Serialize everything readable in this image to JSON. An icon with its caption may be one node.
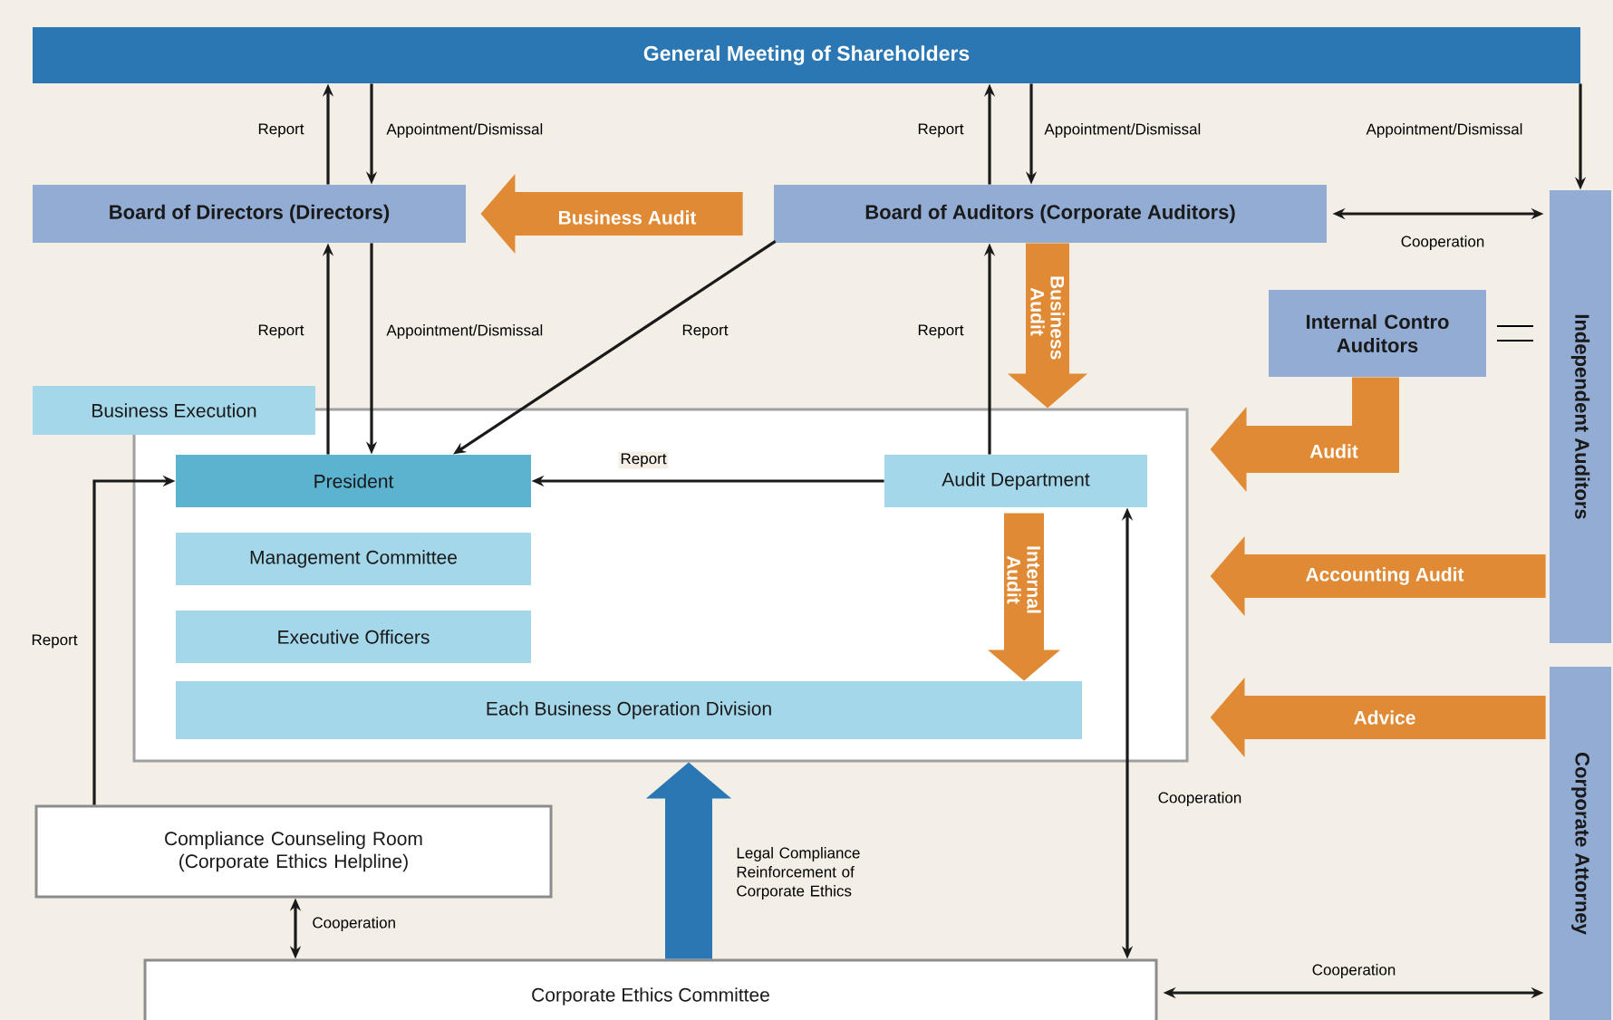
{
  "diagram": {
    "nodes": [
      {
        "text": [
          "General Meeting of Shareholders"
        ]
      },
      {
        "text": [
          "Board of Directors (Directors)"
        ]
      },
      {
        "text": [
          "Board of Auditors (Corporate Auditors)"
        ]
      },
      {
        "text": [
          "Independent Auditors"
        ]
      },
      {
        "text": [
          "Corporate Attorney"
        ]
      },
      {
        "text": [
          "Internal Contro Auditors"
        ]
      },
      {
        "text": [
          "Business Execution"
        ]
      },
      {
        "text": [],
        "shape": "box"
      },
      {
        "text": [
          "President"
        ],
        "in": 7
      },
      {
        "text": [
          "Audit Department"
        ],
        "in": 7
      },
      {
        "text": [
          "Management Committee"
        ],
        "in": 7
      },
      {
        "text": [
          "Executive Officers"
        ],
        "in": 7
      },
      {
        "text": [
          "Each Business Operation Division"
        ],
        "in": 7
      },
      {
        "text": [
          "Compliance Counseling Room (Corporate Ethics Helpline)"
        ]
      },
      {
        "text": [
          "Corporate Ethics Committee"
        ]
      }
    ],
    "edges": [
      {
        "from": 1,
        "to": 0,
        "arrow": "to",
        "label": "Report"
      },
      {
        "from": 0,
        "to": 1,
        "arrow": "to",
        "label": "Appointment/Dismissal"
      },
      {
        "from": 2,
        "to": 0,
        "arrow": "to",
        "label": "Report"
      },
      {
        "from": 0,
        "to": 2,
        "arrow": "to",
        "label": "Appointment/Dismissal"
      },
      {
        "from": 0,
        "to": 3,
        "arrow": "to",
        "label": "Appointment/Dismissal"
      },
      {
        "from": 2,
        "to": 3,
        "arrow": "both",
        "label": "Cooperation"
      },
      {
        "from": 2,
        "to": 1,
        "arrow": "to",
        "label": "Business Audit",
        "style": "thick",
        "color": "#e08a35"
      },
      {
        "from": 8,
        "to": 1,
        "arrow": "to",
        "label": "Report"
      },
      {
        "from": 1,
        "to": 8,
        "arrow": "to",
        "label": "Appointment/Dismissal"
      },
      {
        "from": 2,
        "to": 8,
        "arrow": "to",
        "label": "Report"
      },
      {
        "from": 9,
        "to": 2,
        "arrow": "to",
        "label": "Report"
      },
      {
        "from": 2,
        "to": 7,
        "arrow": "to",
        "label": "Business Audit",
        "style": "thick",
        "color": "#e08a35"
      },
      {
        "from": 9,
        "to": 8,
        "arrow": "to",
        "label": "Report"
      },
      {
        "from": 9,
        "to": 12,
        "arrow": "to",
        "label": "Internal Audit",
        "style": "thick",
        "color": "#e08a35"
      },
      {
        "from": 5,
        "to": 7,
        "arrow": "to",
        "label": "Audit",
        "style": "thick",
        "color": "#e08a35"
      },
      {
        "from": 3,
        "to": 7,
        "arrow": "to",
        "label": "Accounting Audit",
        "style": "thick",
        "color": "#e08a35"
      },
      {
        "from": 4,
        "to": 7,
        "arrow": "to",
        "label": "Advice",
        "style": "thick",
        "color": "#e08a35"
      },
      {
        "from": 13,
        "to": 8,
        "arrow": "to",
        "label": "Report"
      },
      {
        "from": 13,
        "to": 14,
        "arrow": "both",
        "label": "Cooperation"
      },
      {
        "from": 14,
        "to": 7,
        "arrow": "to",
        "label": "Legal Compliance Reinforcement of Corporate Ethics",
        "style": "thick",
        "color": "#2a77b4"
      },
      {
        "from": 9,
        "to": 14,
        "arrow": "both",
        "label": "Cooperation"
      },
      {
        "from": 14,
        "to": 4,
        "arrow": "both",
        "label": "Cooperation"
      }
    ]
  }
}
